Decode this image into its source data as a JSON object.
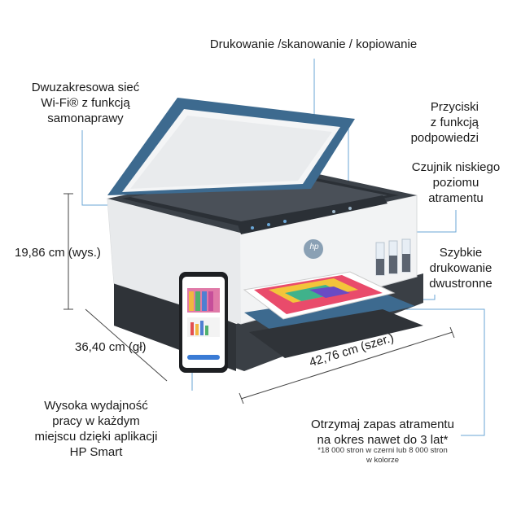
{
  "labels": {
    "print_scan_copy": "Drukowanie /skanowanie / kopiowanie",
    "wifi_line1": "Dwuzakresowa sieć",
    "wifi_line2": "Wi-Fi® z funkcją",
    "wifi_line3": "samonaprawy",
    "buttons_line1": "Przyciski",
    "buttons_line2": "z funkcją",
    "buttons_line3": "podpowiedzi",
    "sensor_line1": "Czujnik niskiego",
    "sensor_line2": "poziomu",
    "sensor_line3": "atramentu",
    "duplex_line1": "Szybkie",
    "duplex_line2": "drukowanie",
    "duplex_line3": "dwustronne",
    "app_line1": "Wysoka wydajność",
    "app_line2": "pracy w każdym",
    "app_line3": "miejscu dzięki aplikacji",
    "app_line4": "HP Smart",
    "ink_line1": "Otrzymaj zapas atramentu",
    "ink_line2": "na okres nawet do 3 lat*",
    "ink_note_line1": "*18 000 stron w czerni lub 8 000 stron",
    "ink_note_line2": "w kolorze"
  },
  "dimensions": {
    "height": "19,86 cm (wys.)",
    "depth": "36,40 cm (gł)",
    "width": "42,76 cm (szer.)"
  },
  "brand": {
    "logo_text": "hp",
    "lid_color": "#3d6a8f",
    "body_color": "#f2f3f4",
    "base_color": "#3a3f45",
    "callout_color": "#6aa6d6"
  }
}
